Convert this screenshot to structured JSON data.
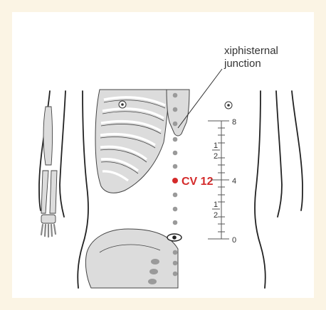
{
  "annotation": {
    "line1": "xiphisternal",
    "line2": "junction"
  },
  "acupoint": {
    "label": "CV 12",
    "color": "#d42a2a"
  },
  "scale": {
    "top": "8",
    "middle": "4",
    "bottom": "0",
    "upper_fraction": {
      "numerator": "1",
      "denominator": "2"
    },
    "lower_fraction": {
      "numerator": "1",
      "denominator": "2"
    }
  },
  "colors": {
    "page_background": "#fbf4e4",
    "bone_fill": "#dcdcdc",
    "outline": "#222222",
    "meridian_point": "#9a9a9a",
    "scale_line": "#555555"
  }
}
